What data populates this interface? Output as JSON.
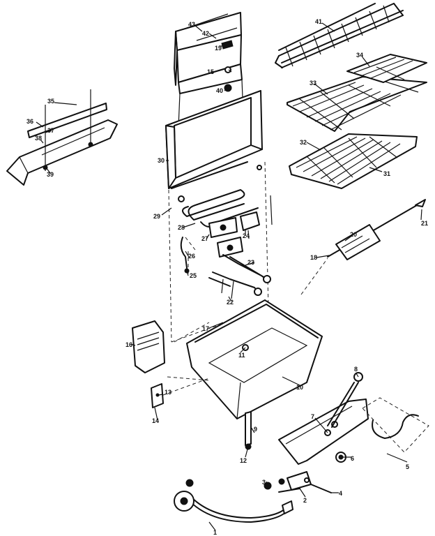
{
  "callouts": [
    {
      "id": "c1",
      "text": "1"
    },
    {
      "id": "c2",
      "text": "2"
    },
    {
      "id": "c3",
      "text": "3"
    },
    {
      "id": "c4",
      "text": "4"
    },
    {
      "id": "c5",
      "text": "5"
    },
    {
      "id": "c6",
      "text": "6"
    },
    {
      "id": "c7",
      "text": "7"
    },
    {
      "id": "c8",
      "text": "8"
    },
    {
      "id": "c9",
      "text": "9"
    },
    {
      "id": "c10",
      "text": "10"
    },
    {
      "id": "c11",
      "text": "11"
    },
    {
      "id": "c12",
      "text": "12"
    },
    {
      "id": "c13",
      "text": "13"
    },
    {
      "id": "c14",
      "text": "14"
    },
    {
      "id": "c15",
      "text": "15"
    },
    {
      "id": "c16",
      "text": "16"
    },
    {
      "id": "c17",
      "text": "17"
    },
    {
      "id": "c18",
      "text": "18"
    },
    {
      "id": "c19",
      "text": "19"
    },
    {
      "id": "c20",
      "text": "20"
    },
    {
      "id": "c21",
      "text": "21"
    },
    {
      "id": "c22",
      "text": "22"
    },
    {
      "id": "c23",
      "text": "23"
    },
    {
      "id": "c24",
      "text": "24"
    },
    {
      "id": "c25",
      "text": "25"
    },
    {
      "id": "c26",
      "text": "26"
    },
    {
      "id": "c27",
      "text": "27"
    },
    {
      "id": "c28",
      "text": "28"
    },
    {
      "id": "c29",
      "text": "29"
    },
    {
      "id": "c30",
      "text": "30"
    },
    {
      "id": "c31",
      "text": "31"
    },
    {
      "id": "c32",
      "text": "32"
    },
    {
      "id": "c33",
      "text": "33"
    },
    {
      "id": "c34",
      "text": "34"
    },
    {
      "id": "c35",
      "text": "35"
    },
    {
      "id": "c36",
      "text": "36"
    },
    {
      "id": "c37",
      "text": "37"
    },
    {
      "id": "c38",
      "text": "38"
    },
    {
      "id": "c39",
      "text": "39"
    },
    {
      "id": "c40",
      "text": "40"
    },
    {
      "id": "c41",
      "text": "41"
    },
    {
      "id": "c42",
      "text": "42"
    },
    {
      "id": "c43",
      "text": "43"
    }
  ]
}
